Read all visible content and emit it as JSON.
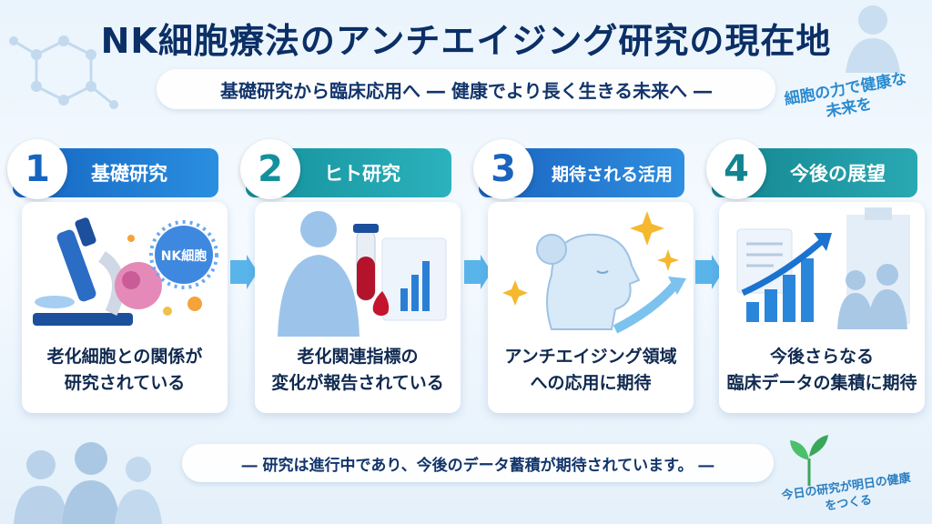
{
  "title": "NK細胞療法のアンチエイジング研究の現在地",
  "subtitle": "基礎研究から臨床応用へ ― 健康でより長く生きる未来へ ―",
  "corner_top_right": "細胞の力で健康な未来を",
  "corner_bottom_right": "今日の研究が明日の健康をつくる",
  "steps": [
    {
      "number": "1",
      "title": "基礎研究",
      "text_line1": "老化細胞との関係が",
      "text_line2": "研究されている",
      "badge": "NK細胞",
      "color": "#1565c0"
    },
    {
      "number": "2",
      "title": "ヒト研究",
      "text_line1": "老化関連指標の",
      "text_line2": "変化が報告されている",
      "color": "#1597a4"
    },
    {
      "number": "3",
      "title": "期待される活用",
      "text_line1": "アンチエイジング領域",
      "text_line2": "への応用に期待",
      "color": "#1a6fc4"
    },
    {
      "number": "4",
      "title": "今後の展望",
      "text_line1": "今後さらなる",
      "text_line2": "臨床データの集積に期待",
      "color": "#138a9a"
    }
  ],
  "footer": "― 研究は進行中であり、今後のデータ蓄積が期待されています。 ―"
}
